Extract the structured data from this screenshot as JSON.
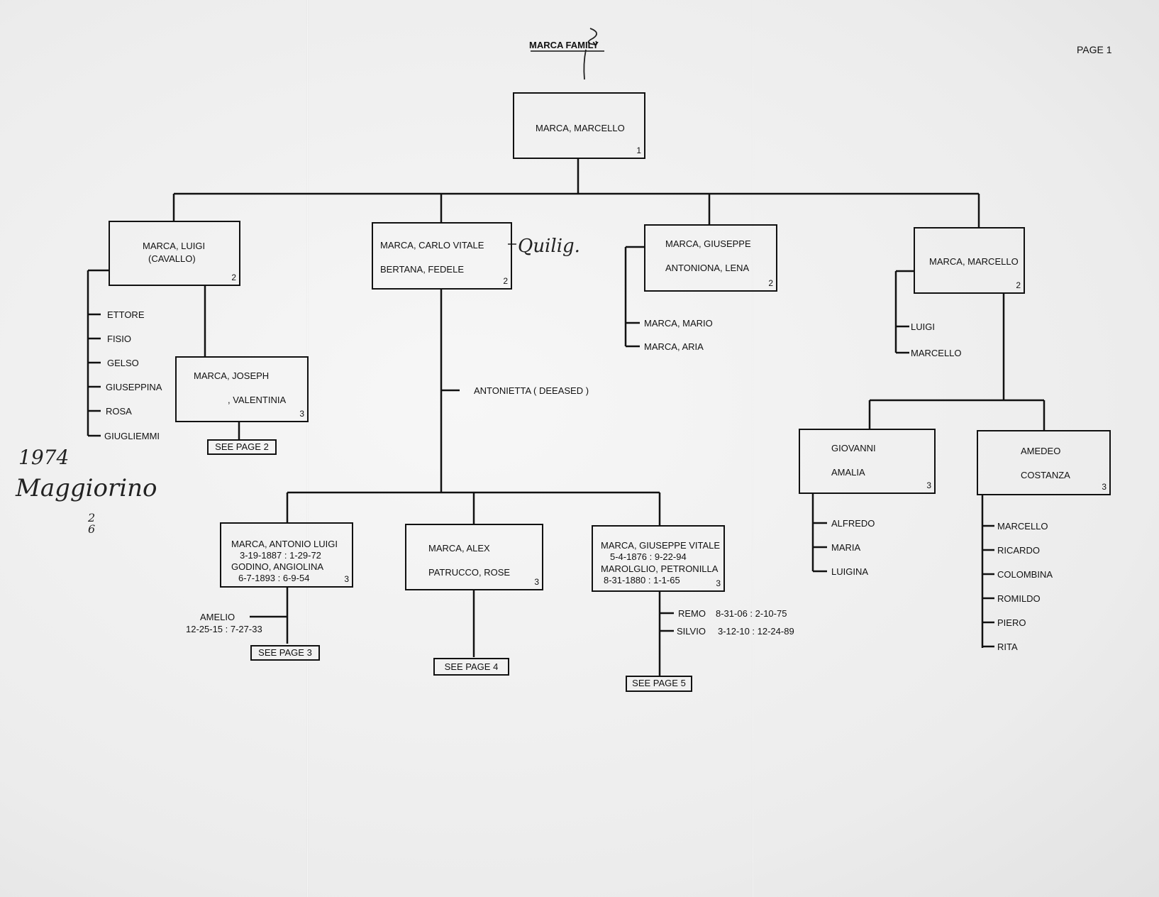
{
  "header": {
    "title": "MARCA FAMILY",
    "page_label": "PAGE 1"
  },
  "handwriting": {
    "year": "1974",
    "name": "Maggiorino",
    "mark": "2\n6",
    "note": "Quilig."
  },
  "root": {
    "name": "MARCA, MARCELLO",
    "num": "1"
  },
  "gen2": {
    "luigi": {
      "line1": "MARCA, LUIGI",
      "line2": "(CAVALLO)",
      "num": "2",
      "children": [
        "ETTORE",
        "FISIO",
        "GELSO",
        "GIUSEPPINA",
        "ROSA",
        "GIUGLIEMMI"
      ]
    },
    "carlo": {
      "line1": "MARCA, CARLO VITALE",
      "line2": "BERTANA, FEDELE",
      "num": "2",
      "child_deceased": "ANTONIETTA ( DEEASED )"
    },
    "giuseppe": {
      "line1": "MARCA, GIUSEPPE",
      "line2": "ANTONIONA, LENA",
      "num": "2",
      "children": [
        "MARCA, MARIO",
        "MARCA, ARIA"
      ]
    },
    "marcello": {
      "line1": "MARCA, MARCELLO",
      "num": "2",
      "children": [
        "LUIGI",
        "MARCELLO"
      ]
    }
  },
  "joseph": {
    "line1": "MARCA, JOSEPH",
    "line2": ", VALENTINIA",
    "num": "3",
    "see": "SEE PAGE 2"
  },
  "antonio": {
    "line1": "MARCA,  ANTONIO LUIGI",
    "line2": "3-19-1887 : 1-29-72",
    "line3": "GODINO, ANGIOLINA",
    "line4": "6-7-1893 : 6-9-54",
    "num": "3",
    "child_name": "AMELIO",
    "child_dates": "12-25-15 : 7-27-33",
    "see": "SEE PAGE 3"
  },
  "alex": {
    "line1": "MARCA, ALEX",
    "line2": "PATRUCCO, ROSE",
    "num": "3",
    "see": "SEE PAGE 4"
  },
  "gvitale": {
    "line1": "MARCA, GIUSEPPE VITALE",
    "line2": "5-4-1876 : 9-22-94",
    "line3": "MAROLGLIO, PETRONILLA",
    "line4": "8-31-1880 : 1-1-65",
    "num": "3",
    "children": [
      {
        "name": "REMO",
        "dates": "8-31-06 : 2-10-75"
      },
      {
        "name": "SILVIO",
        "dates": "3-12-10 : 12-24-89"
      }
    ],
    "see": "SEE PAGE 5"
  },
  "giovanni": {
    "line1": "GIOVANNI",
    "line2": "AMALIA",
    "num": "3",
    "children": [
      "ALFREDO",
      "MARIA",
      "LUIGINA"
    ]
  },
  "amedeo": {
    "line1": "AMEDEO",
    "line2": "COSTANZA",
    "num": "3",
    "children": [
      "MARCELLO",
      "RICARDO",
      "COLOMBINA",
      "ROMILDO",
      "PIERO",
      "RITA"
    ]
  },
  "colors": {
    "ink": "#111111",
    "paper": "#f2f2f2"
  }
}
